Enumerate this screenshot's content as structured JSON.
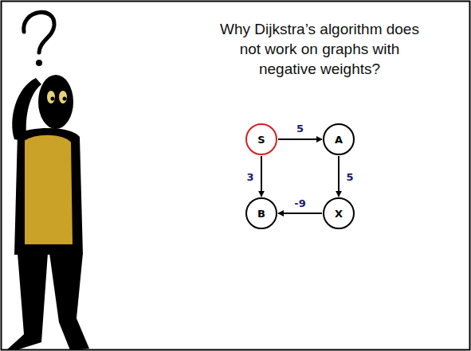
{
  "diagram": {
    "title": "Why Dijkstra’s algorithm does not work on graphs with negative weights?",
    "nodes": [
      {
        "text": [
          "S"
        ]
      },
      {
        "text": [
          "A"
        ]
      },
      {
        "text": [
          "B"
        ]
      },
      {
        "text": [
          "X"
        ]
      }
    ],
    "edges": [
      {
        "from": 0,
        "to": 1,
        "arrow": "to",
        "label": "5"
      },
      {
        "from": 1,
        "to": 3,
        "arrow": "to",
        "label": "5"
      },
      {
        "from": 0,
        "to": 2,
        "arrow": "to",
        "label": "3"
      },
      {
        "from": 3,
        "to": 2,
        "arrow": "to",
        "label": "-9"
      }
    ]
  }
}
